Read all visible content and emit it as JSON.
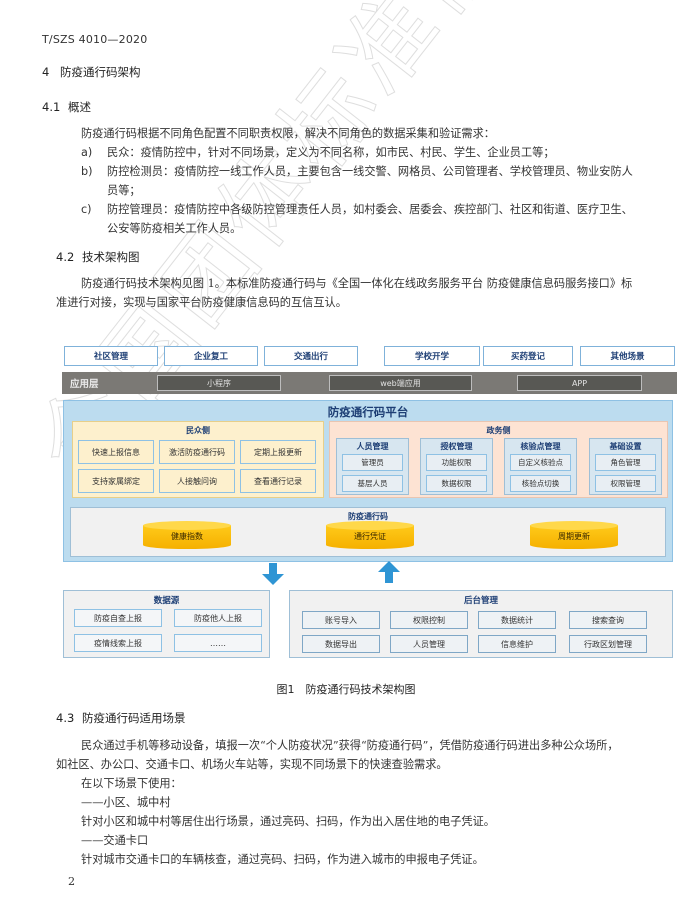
{
  "header": {
    "doc_code": "T/SZS 4010—2020"
  },
  "section4": {
    "num": "4",
    "title": "防疫通行码架构"
  },
  "section4_1": {
    "num": "4.1",
    "title": "概述",
    "intro": "防疫通行码根据不同角色配置不同职责权限，解决不同角色的数据采集和验证需求：",
    "items": [
      {
        "label": "a)",
        "text": "民众：疫情防控中，针对不同场景，定义为不同名称，如市民、村民、学生、企业员工等；"
      },
      {
        "label": "b)",
        "text": "防控检测员：疫情防控一线工作人员，主要包含一线交警、网格员、公司管理者、学校管理员、物业安防人员等；"
      },
      {
        "label": "c)",
        "text": "防控管理员：疫情防控中各级防控管理责任人员，如村委会、居委会、疾控部门、社区和街道、医疗卫生、公安等防疫相关工作人员。"
      }
    ]
  },
  "section4_2": {
    "num": "4.2",
    "title": "技术架构图",
    "para": "防疫通行码技术架构见图 1。本标准防疫通行码与《全国一体化在线政务服务平台 防疫健康信息码服务接口》标准进行对接，实现与国家平台防疫健康信息码的互信互认。"
  },
  "diagram": {
    "scenarios": [
      "社区管理",
      "企业复工",
      "交通出行",
      "学校开学",
      "买药登记",
      "其他场景"
    ],
    "app_layer": {
      "title": "应用层",
      "apps": [
        "小程序",
        "web端应用",
        "APP"
      ]
    },
    "platform": {
      "title": "防疫通行码平台",
      "citizen_side": {
        "title": "民众侧",
        "items": [
          "快速上报信息",
          "激活防疫通行码",
          "定期上报更新",
          "支持家属绑定",
          "人接触问询",
          "查看通行记录"
        ]
      },
      "gov_side": {
        "title": "政务侧",
        "groups": [
          {
            "title": "人员管理",
            "items": [
              "管理员",
              "基层人员"
            ]
          },
          {
            "title": "授权管理",
            "items": [
              "功能权限",
              "数据权限"
            ]
          },
          {
            "title": "核验点管理",
            "items": [
              "自定义核验点",
              "核验点切换"
            ]
          },
          {
            "title": "基础设置",
            "items": [
              "角色管理",
              "权限管理"
            ]
          }
        ]
      },
      "pass_code": {
        "title": "防疫通行码",
        "items": [
          "健康指数",
          "通行凭证",
          "周期更新"
        ]
      }
    },
    "data_source": {
      "title": "数据源",
      "items": [
        "防疫自查上报",
        "防疫他人上报",
        "疫情线索上报",
        "……"
      ]
    },
    "backend": {
      "title": "后台管理",
      "items": [
        "账号导入",
        "权限控制",
        "数据统计",
        "搜索查询",
        "数据导出",
        "人员管理",
        "信息维护",
        "行政区划管理"
      ]
    },
    "caption": "图1　防疫通行码技术架构图",
    "colors": {
      "accent_blue": "#2f95d4",
      "platform_bg": "#bcdcef",
      "citizen_bg": "#fdf0cd",
      "gov_bg": "#fde3d3",
      "cylinder": "#fbbd0a",
      "app_layer": "#7b7975"
    }
  },
  "section4_3": {
    "num": "4.3",
    "title": "防疫通行码适用场景",
    "para": "民众通过手机等移动设备，填报一次“个人防疫状况”获得“防疫通行码”，凭借防疫通行码进出多种公众场所，如社区、办公口、交通卡口、机场火车站等，实现不同场景下的快速查验需求。",
    "use_intro": "在以下场景下使用：",
    "scenes": [
      {
        "title": "——小区、城中村",
        "desc": "针对小区和城中村等居住出行场景，通过亮码、扫码，作为出入居住地的电子凭证。"
      },
      {
        "title": "——交通卡口",
        "desc": "针对城市交通卡口的车辆核查，通过亮码、扫码，作为进入城市的申报电子凭证。"
      }
    ]
  },
  "footer": {
    "page_number": "2"
  },
  "watermark": "全国团体标准信息平台"
}
